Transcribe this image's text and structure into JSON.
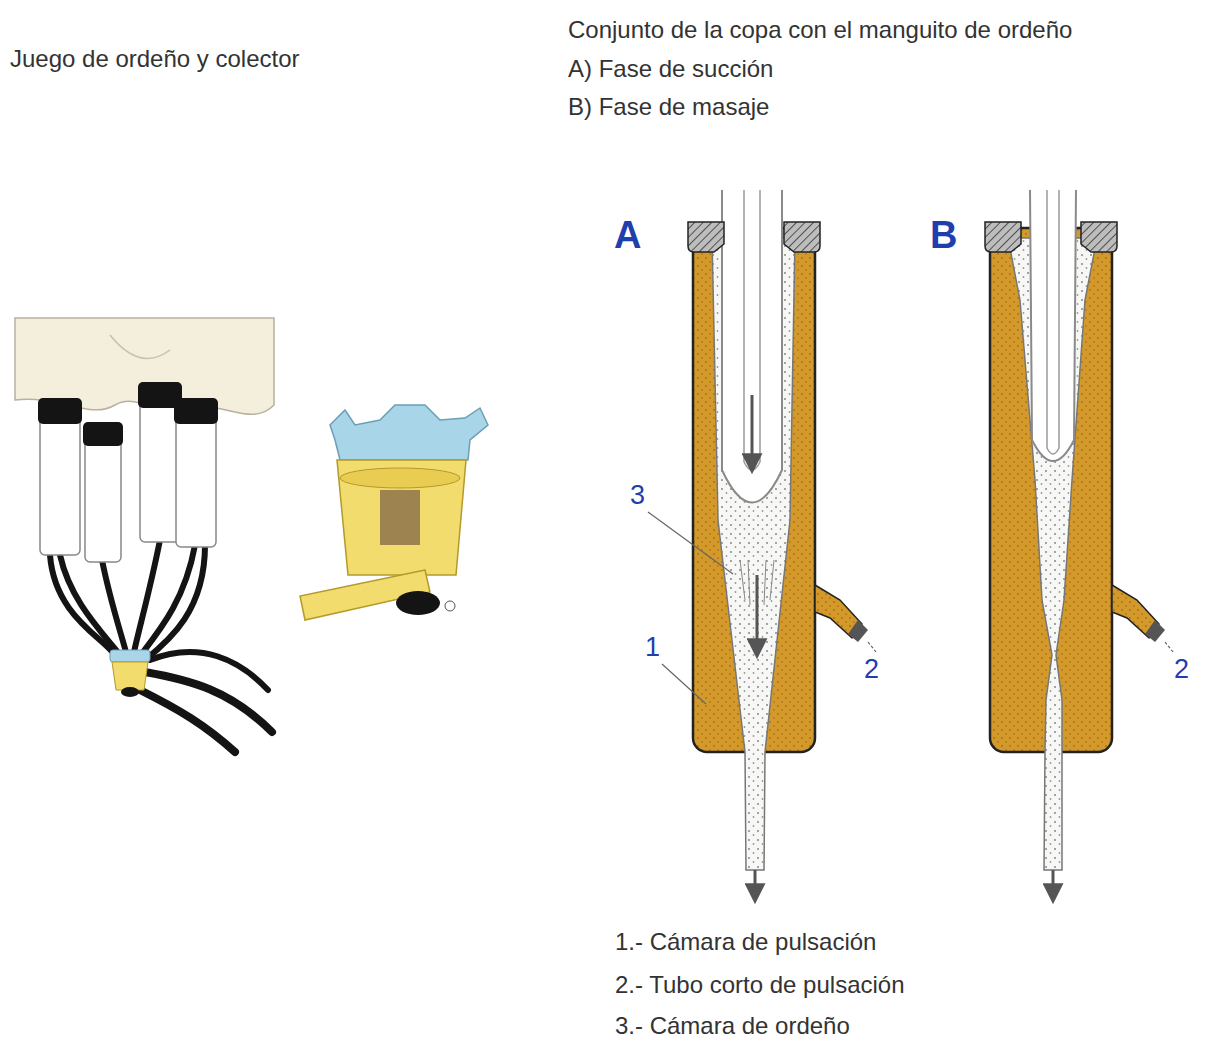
{
  "diagram": {
    "labels": [
      "Juego de ordeño y colector",
      "Conjunto de la copa con el manguito de ordeño",
      "A) Fase de succión",
      "B) Fase de masaje",
      "A",
      "B",
      "3",
      "1",
      "2",
      "2",
      "1.- Cámara de pulsación",
      "2.- Tubo corto de pulsación",
      "3.- Cámara de ordeño"
    ]
  }
}
